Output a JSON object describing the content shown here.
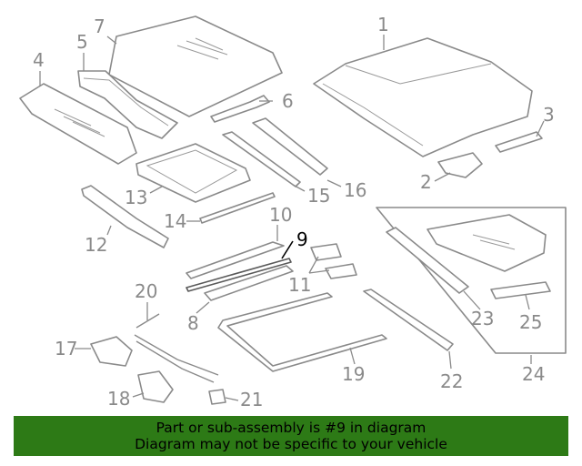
{
  "diagram": {
    "callouts": [
      "1",
      "2",
      "3",
      "4",
      "5",
      "6",
      "7",
      "8",
      "9",
      "10",
      "11",
      "12",
      "13",
      "14",
      "15",
      "16",
      "17",
      "18",
      "19",
      "20",
      "21",
      "22",
      "23",
      "24",
      "25"
    ],
    "highlighted_part": "9"
  },
  "banner": {
    "line1": "Part or sub-assembly is #9 in diagram",
    "line2": "Diagram may not be specific to your vehicle"
  },
  "colors": {
    "banner_bg": "#2d7a16",
    "line_gray": "#8a8a8a",
    "highlight": "#000000"
  }
}
